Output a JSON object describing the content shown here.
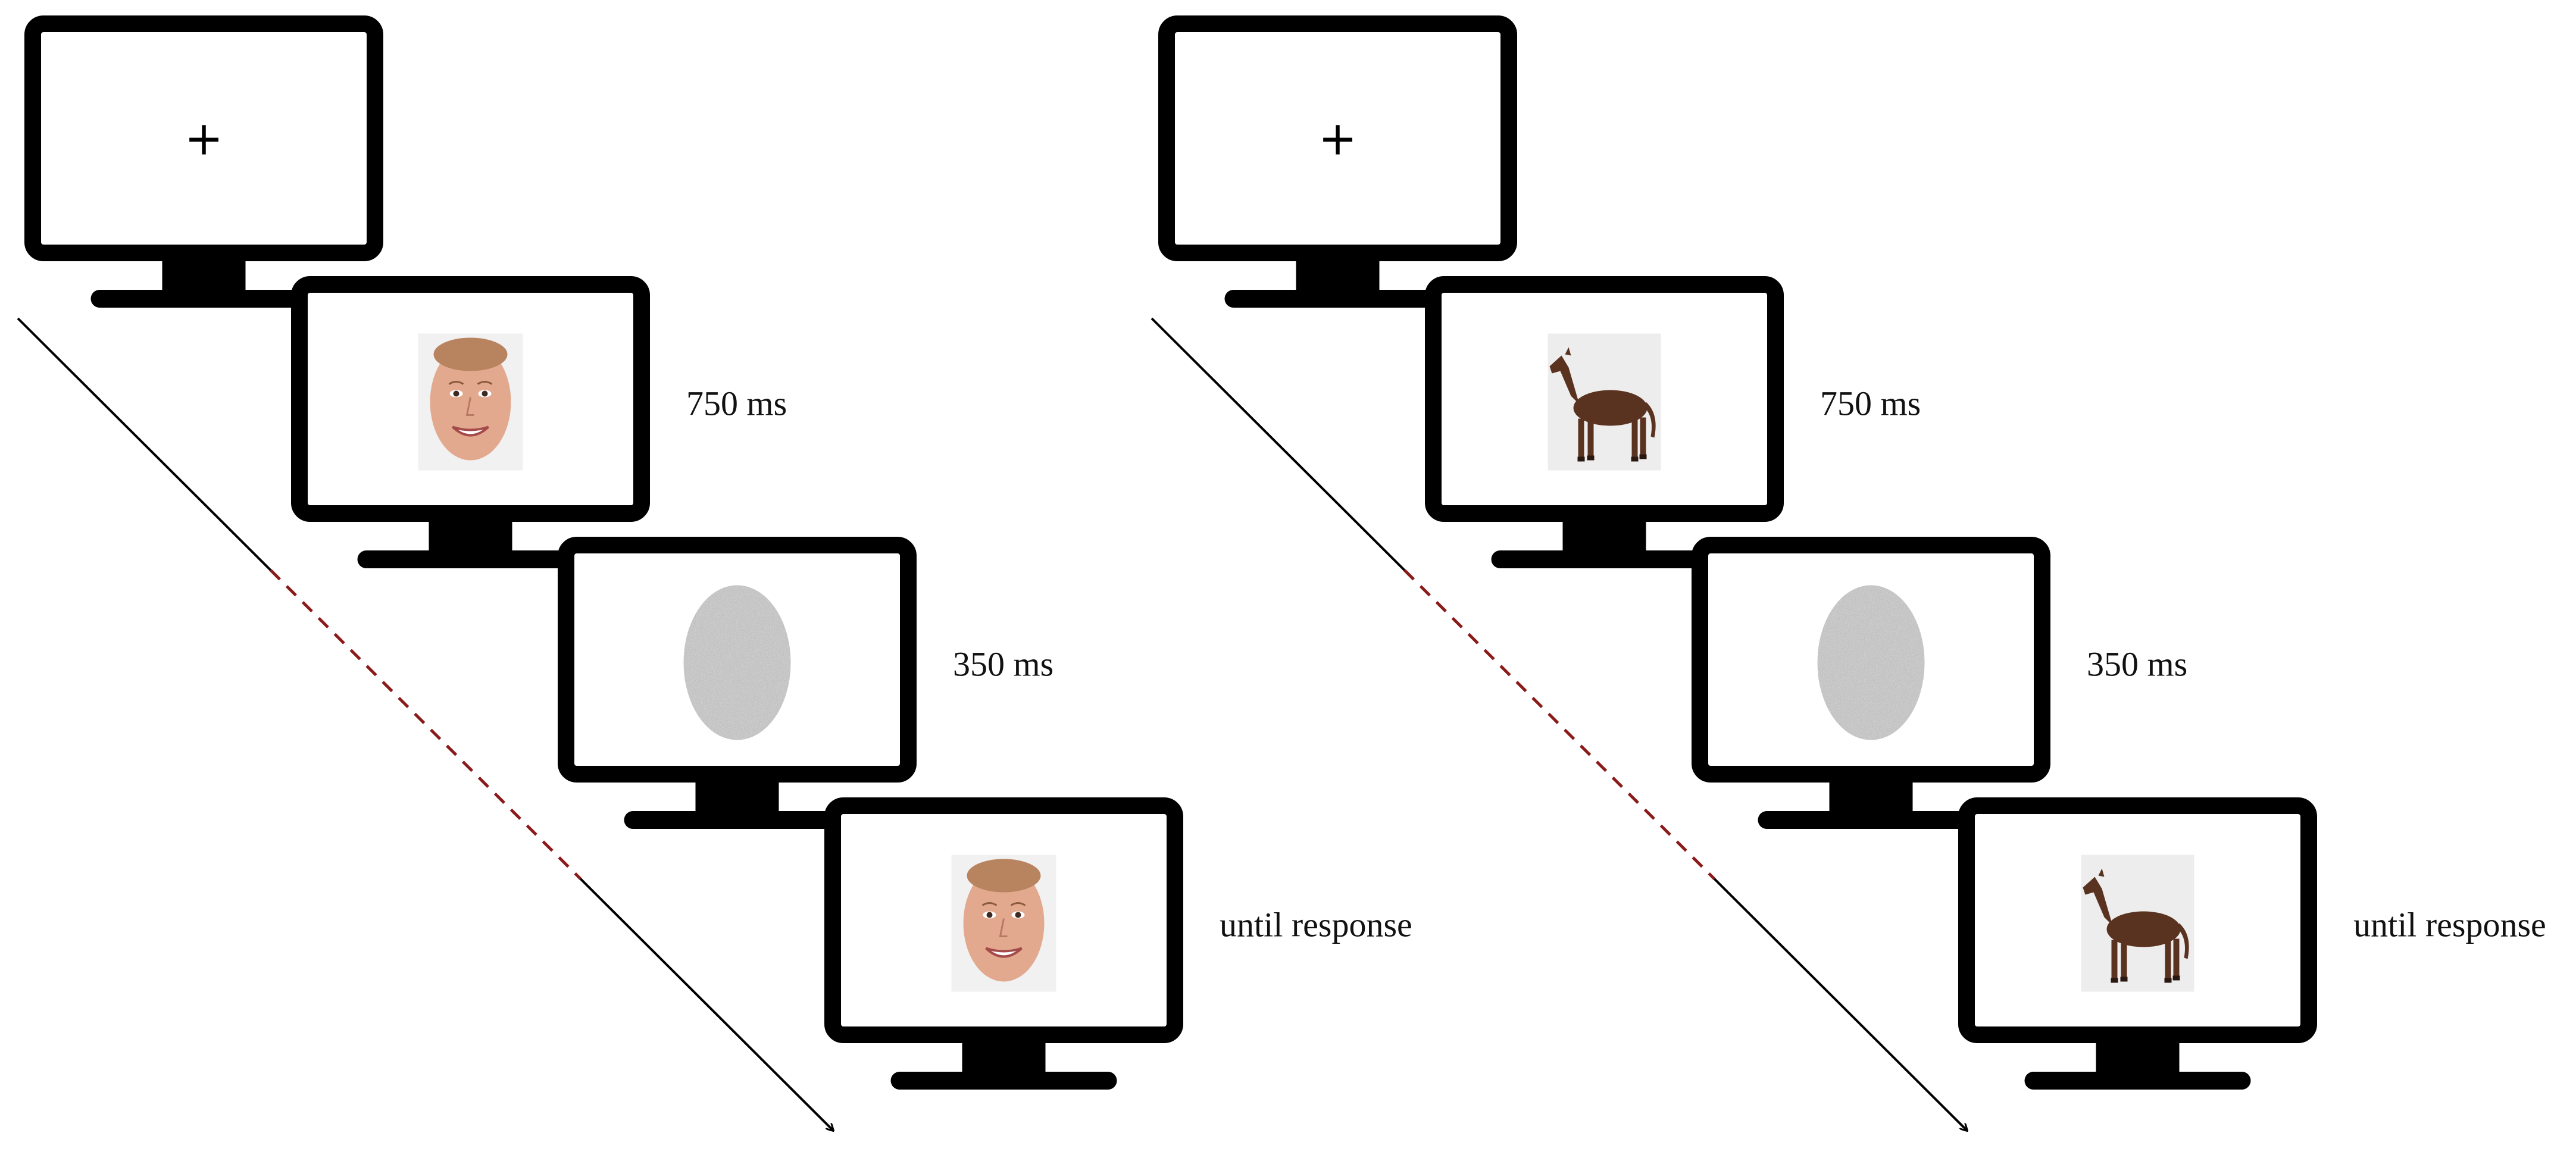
{
  "panels": [
    {
      "id": "face",
      "stimulus": "face",
      "screens": [
        {
          "content": "fixation",
          "symbol": "+",
          "duration": ""
        },
        {
          "content": "stimulus",
          "duration": "750 ms"
        },
        {
          "content": "noise-mask",
          "duration": "350 ms"
        },
        {
          "content": "stimulus",
          "duration": "until response"
        }
      ]
    },
    {
      "id": "horse",
      "stimulus": "horse",
      "screens": [
        {
          "content": "fixation",
          "symbol": "+",
          "duration": ""
        },
        {
          "content": "stimulus",
          "duration": "750 ms"
        },
        {
          "content": "noise-mask",
          "duration": "350 ms"
        },
        {
          "content": "stimulus",
          "duration": "until response"
        }
      ]
    }
  ],
  "colors": {
    "frame": "#000000",
    "timeline_solid": "#000000",
    "timeline_dashed": "#8b1a1a",
    "skin": "#e3a98f",
    "horse": "#5a3220",
    "noise": "#b9b9b9"
  }
}
